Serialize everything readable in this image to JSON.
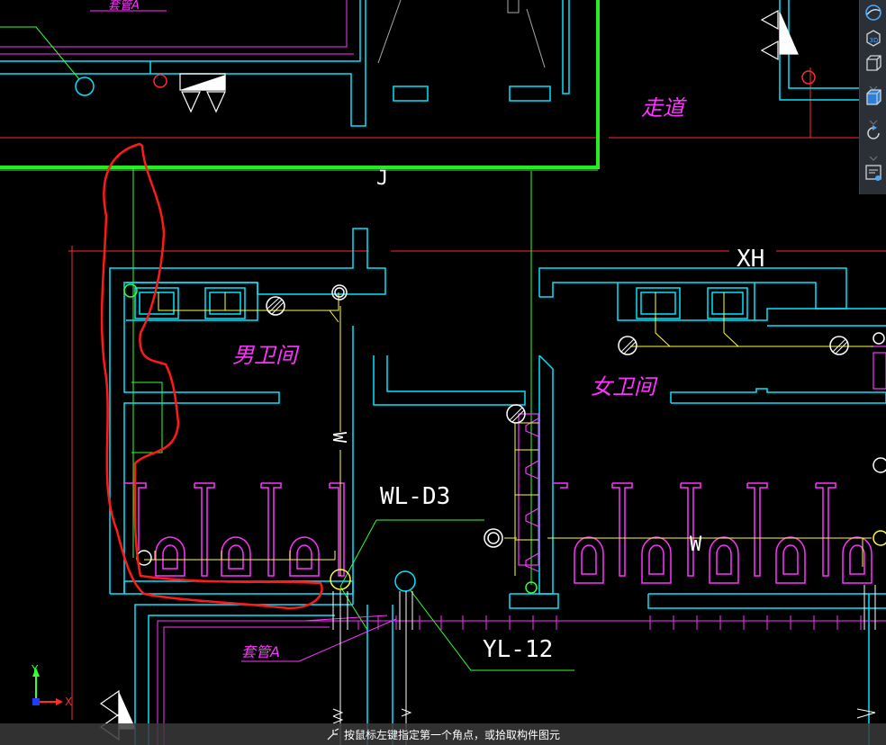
{
  "drawing": {
    "labels": {
      "corridor": "走道",
      "axis_j": "J",
      "axis_xh": "XH",
      "men_restroom": "男卫间",
      "women_restroom": "女卫间",
      "pipe_wl_d3": "WL-D3",
      "pipe_yl_12": "YL-12",
      "sleeve_top": "套管A",
      "sleeve_bottom": "套管A",
      "w_mark_1": "W",
      "w_mark_2": "W"
    },
    "ucs": {
      "x_label": "X",
      "y_label": "Y"
    }
  },
  "toolbar": {
    "items": [
      {
        "name": "orbit-icon"
      },
      {
        "name": "view-3d-icon",
        "text": "3D"
      },
      {
        "name": "cube-wireframe-icon"
      },
      {
        "name": "cube-shaded-icon"
      },
      {
        "name": "rotate-icon"
      },
      {
        "name": "properties-icon"
      }
    ]
  },
  "status": {
    "prompt": "按鼠标左键指定第一个角点，或拾取构件图元"
  },
  "colors": {
    "background": "#000000",
    "wall": "#00e5ff",
    "axis": "#ff2a2a",
    "pipe_yellow": "#ffff33",
    "magenta": "#ff33ff",
    "green": "#33ff33",
    "annotation_red": "#ff1a1a",
    "white": "#ffffff"
  }
}
